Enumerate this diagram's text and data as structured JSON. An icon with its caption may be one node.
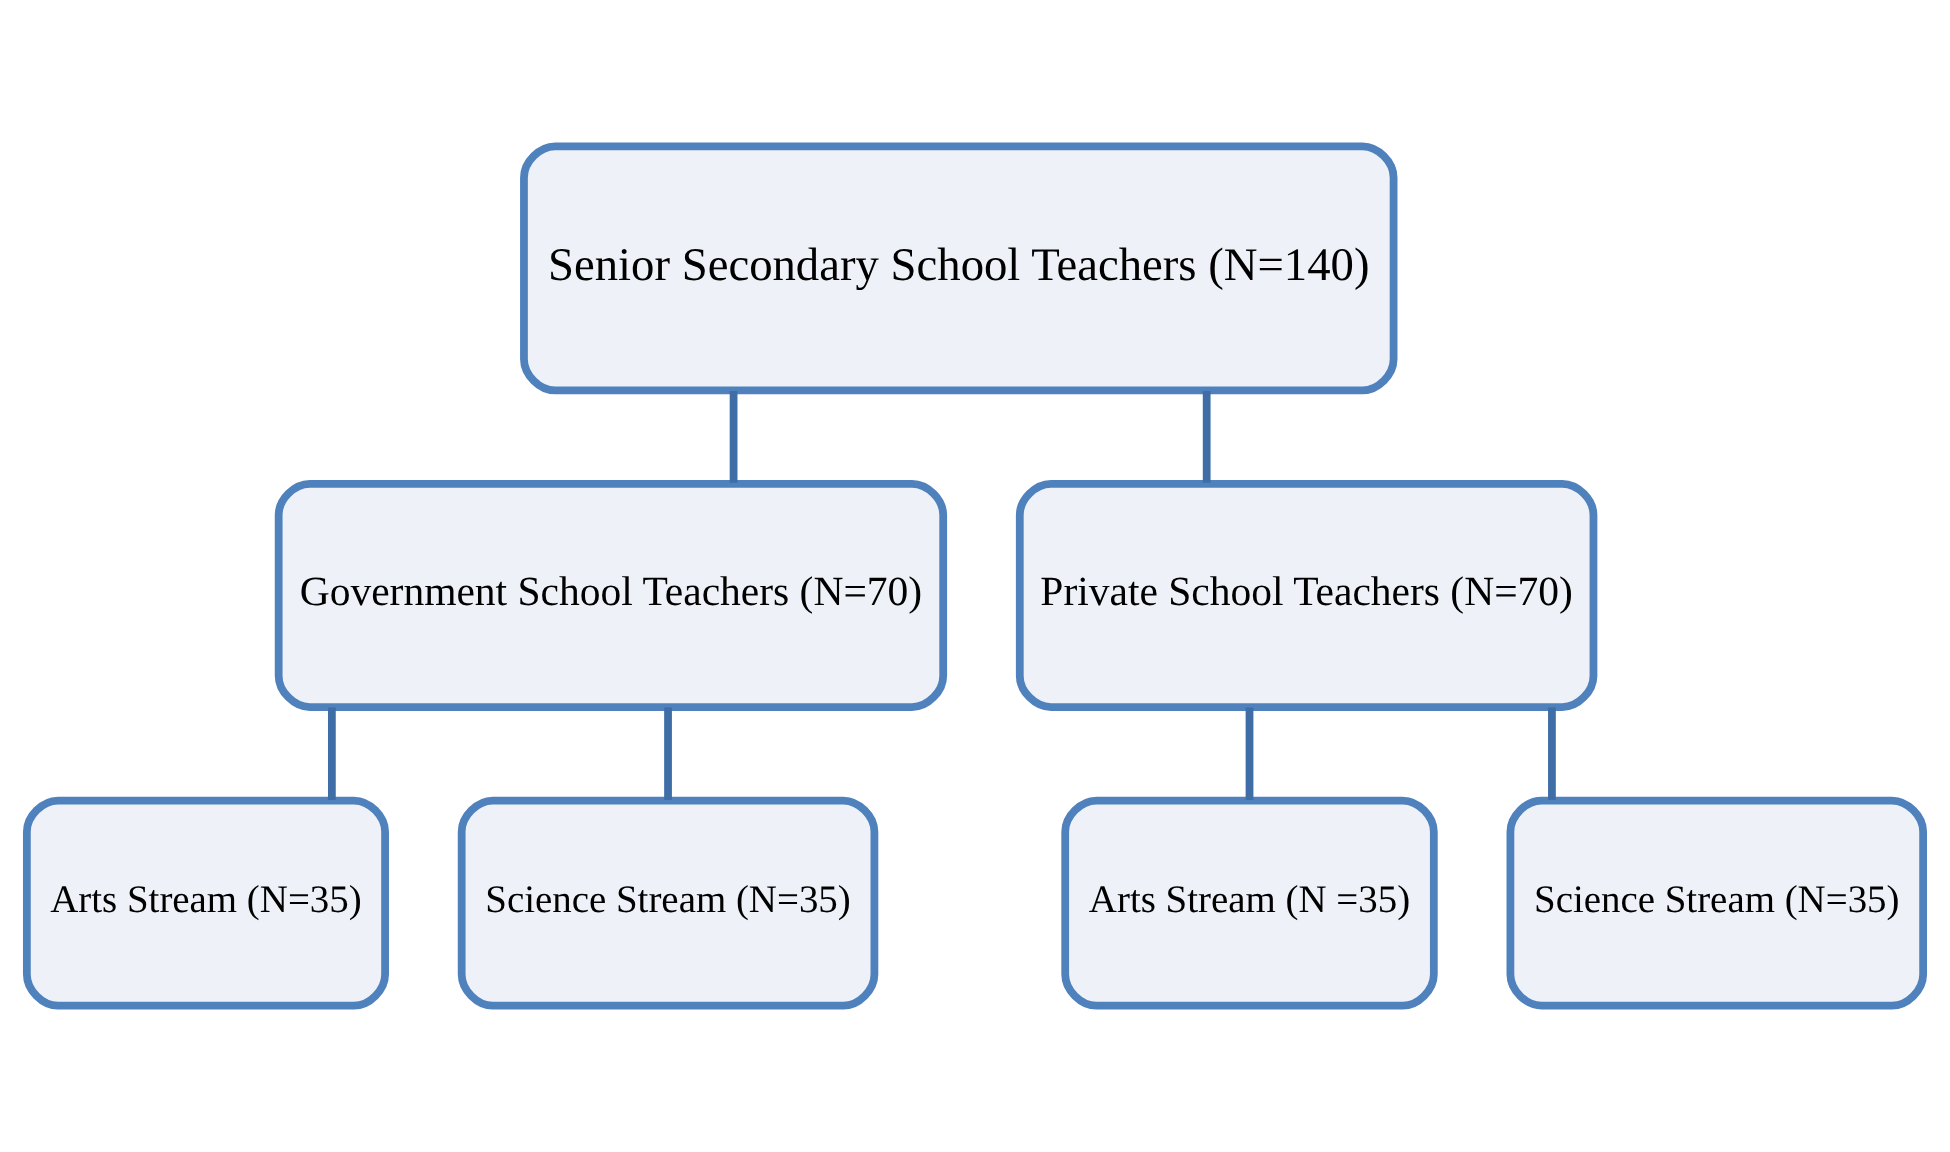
{
  "diagram": {
    "nodes": [
      {
        "text": [
          "Senior Secondary School Teachers (N=140)"
        ]
      },
      {
        "text": [
          "Government School Teachers (N=70)"
        ]
      },
      {
        "text": [
          "Private School Teachers (N=70)"
        ]
      },
      {
        "text": [
          "Arts Stream (N=35)"
        ]
      },
      {
        "text": [
          "Science Stream (N=35)"
        ]
      },
      {
        "text": [
          "Arts Stream (N =35)"
        ]
      },
      {
        "text": [
          "Science Stream (N=35)"
        ]
      }
    ],
    "edges": [
      {
        "from": 0,
        "to": 1,
        "arrow": "none"
      },
      {
        "from": 0,
        "to": 2,
        "arrow": "none"
      },
      {
        "from": 1,
        "to": 3,
        "arrow": "none"
      },
      {
        "from": 1,
        "to": 4,
        "arrow": "none"
      },
      {
        "from": 2,
        "to": 5,
        "arrow": "none"
      },
      {
        "from": 2,
        "to": 6,
        "arrow": "none"
      }
    ]
  }
}
